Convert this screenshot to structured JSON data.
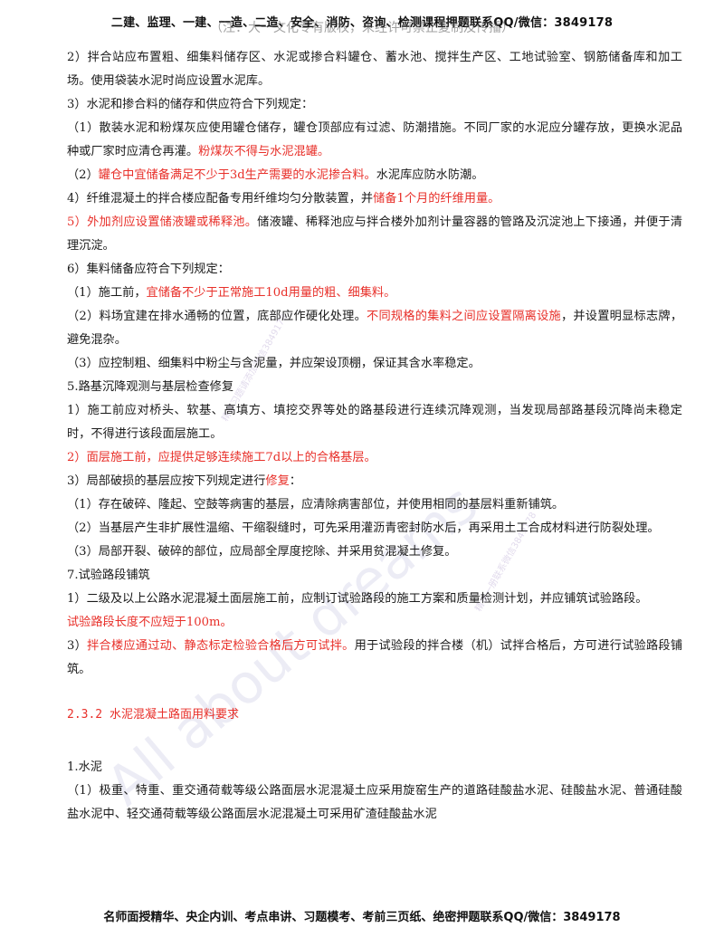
{
  "header": {
    "title": "二建、监理、一建、一造、二造、安全、消防、咨询、检测课程押题联系QQ/微信：3849178",
    "subtitle": "（注：大一文化专有版权，未经许可禁止复制及传播）"
  },
  "footer": {
    "text": "名师面授精华、央企内训、考点串讲、习题模考、考前三页纸、绝密押题联系QQ/微信：3849178"
  },
  "watermark": {
    "main": "All about dreams",
    "small_1": "精讲习题请添加微信3849178",
    "small_2": "精讲一册联系微信3849178"
  },
  "body": {
    "p2": "2）拌合站应布置粗、细集料储存区、水泥或掺合料罐仓、蓄水池、搅拌生产区、工地试验室、钢筋储备库和加工场。使用袋装水泥时尚应设置水泥库。",
    "p3": "3）水泥和掺合料的储存和供应符合下列规定：",
    "p3_1_a": "（1）散装水泥和粉煤灰应使用罐仓储存，罐仓顶部应有过滤、防潮措施。不同厂家的水泥应分罐存放，更换水泥品种或厂家时应清仓再灌。",
    "p3_1_b": "粉煤灰不得与水泥混罐。",
    "p3_2_a": "（2）",
    "p3_2_b": "罐仓中宜储备满足不少于3d生产需要的水泥掺合料。",
    "p3_2_c": "水泥库应防水防潮。",
    "p4_a": "4）纤维混凝土的拌合楼应配备专用纤维均匀分散装置，并",
    "p4_b": "储备1个月的纤维用量。",
    "p5_a": "5）",
    "p5_b": "外加剂应设置储液罐或稀释池。",
    "p5_c": "储液罐、稀释池应与拌合楼外加剂计量容器的管路及沉淀池上下接通，并便于清理沉淀。",
    "p6": "6）集料储备应符合下列规定：",
    "p6_1_a": "（1）施工前，",
    "p6_1_b": "宜储备不少于正常施工10d用量的粗、细集料。",
    "p6_2_a": "（2）料场宜建在排水通畅的位置，底部应作硬化处理。",
    "p6_2_b": "不同规格的集料之间应设置隔离设施",
    "p6_2_c": "，并设置明显标志牌，避免混杂。",
    "p6_3": "（3）应控制粗、细集料中粉尘与含泥量，并应架设顶棚，保证其含水率稳定。",
    "h5": "5.路基沉降观测与基层检查修复",
    "p51": "1）施工前应对桥头、软基、高填方、填挖交界等处的路基段进行连续沉降观测，当发现局部路基段沉降尚未稳定时，不得进行该段面层施工。",
    "p52_a": "2）",
    "p52_b": "面层施工前，应提供足够连续施工7d以上的合格基层。",
    "p53_a": "3）局部破损的基层应按下列规定进行",
    "p53_b": "修复",
    "p53_c": "：",
    "p53_1": "（1）存在破碎、隆起、空鼓等病害的基层，应清除病害部位，并使用相同的基层料重新铺筑。",
    "p53_2": "（2）当基层产生非扩展性温缩、干缩裂缝时，可先采用灌沥青密封防水后，再采用土工合成材料进行防裂处理。",
    "p53_3": "（3）局部开裂、破碎的部位，应局部全厚度挖除、并采用贫混凝土修复。",
    "h7": "7.试验路段铺筑",
    "p71_a": "1）二级及以上公路水泥混凝土面层施工前，应制订试验路段的施工方案和质量检测计划，并应铺筑试验路段。",
    "p71_b": "试验路段长度不应短于100m。",
    "p73_a": "3）",
    "p73_b": "拌合楼应通过动、静态标定检验合格后方可试拌。",
    "p73_c": "用于试验段的拌合楼（机）试拌合格后，方可进行试验路段铺筑。",
    "section": "2.3.2 水泥混凝土路面用料要求",
    "h1": "1.水泥",
    "p11": "（1）极重、特重、重交通荷载等级公路面层水泥混凝土应采用旋窑生产的道路硅酸盐水泥、硅酸盐水泥、普通硅酸盐水泥中、轻交通荷载等级公路面层水泥混凝土可采用矿渣硅酸盐水泥"
  }
}
